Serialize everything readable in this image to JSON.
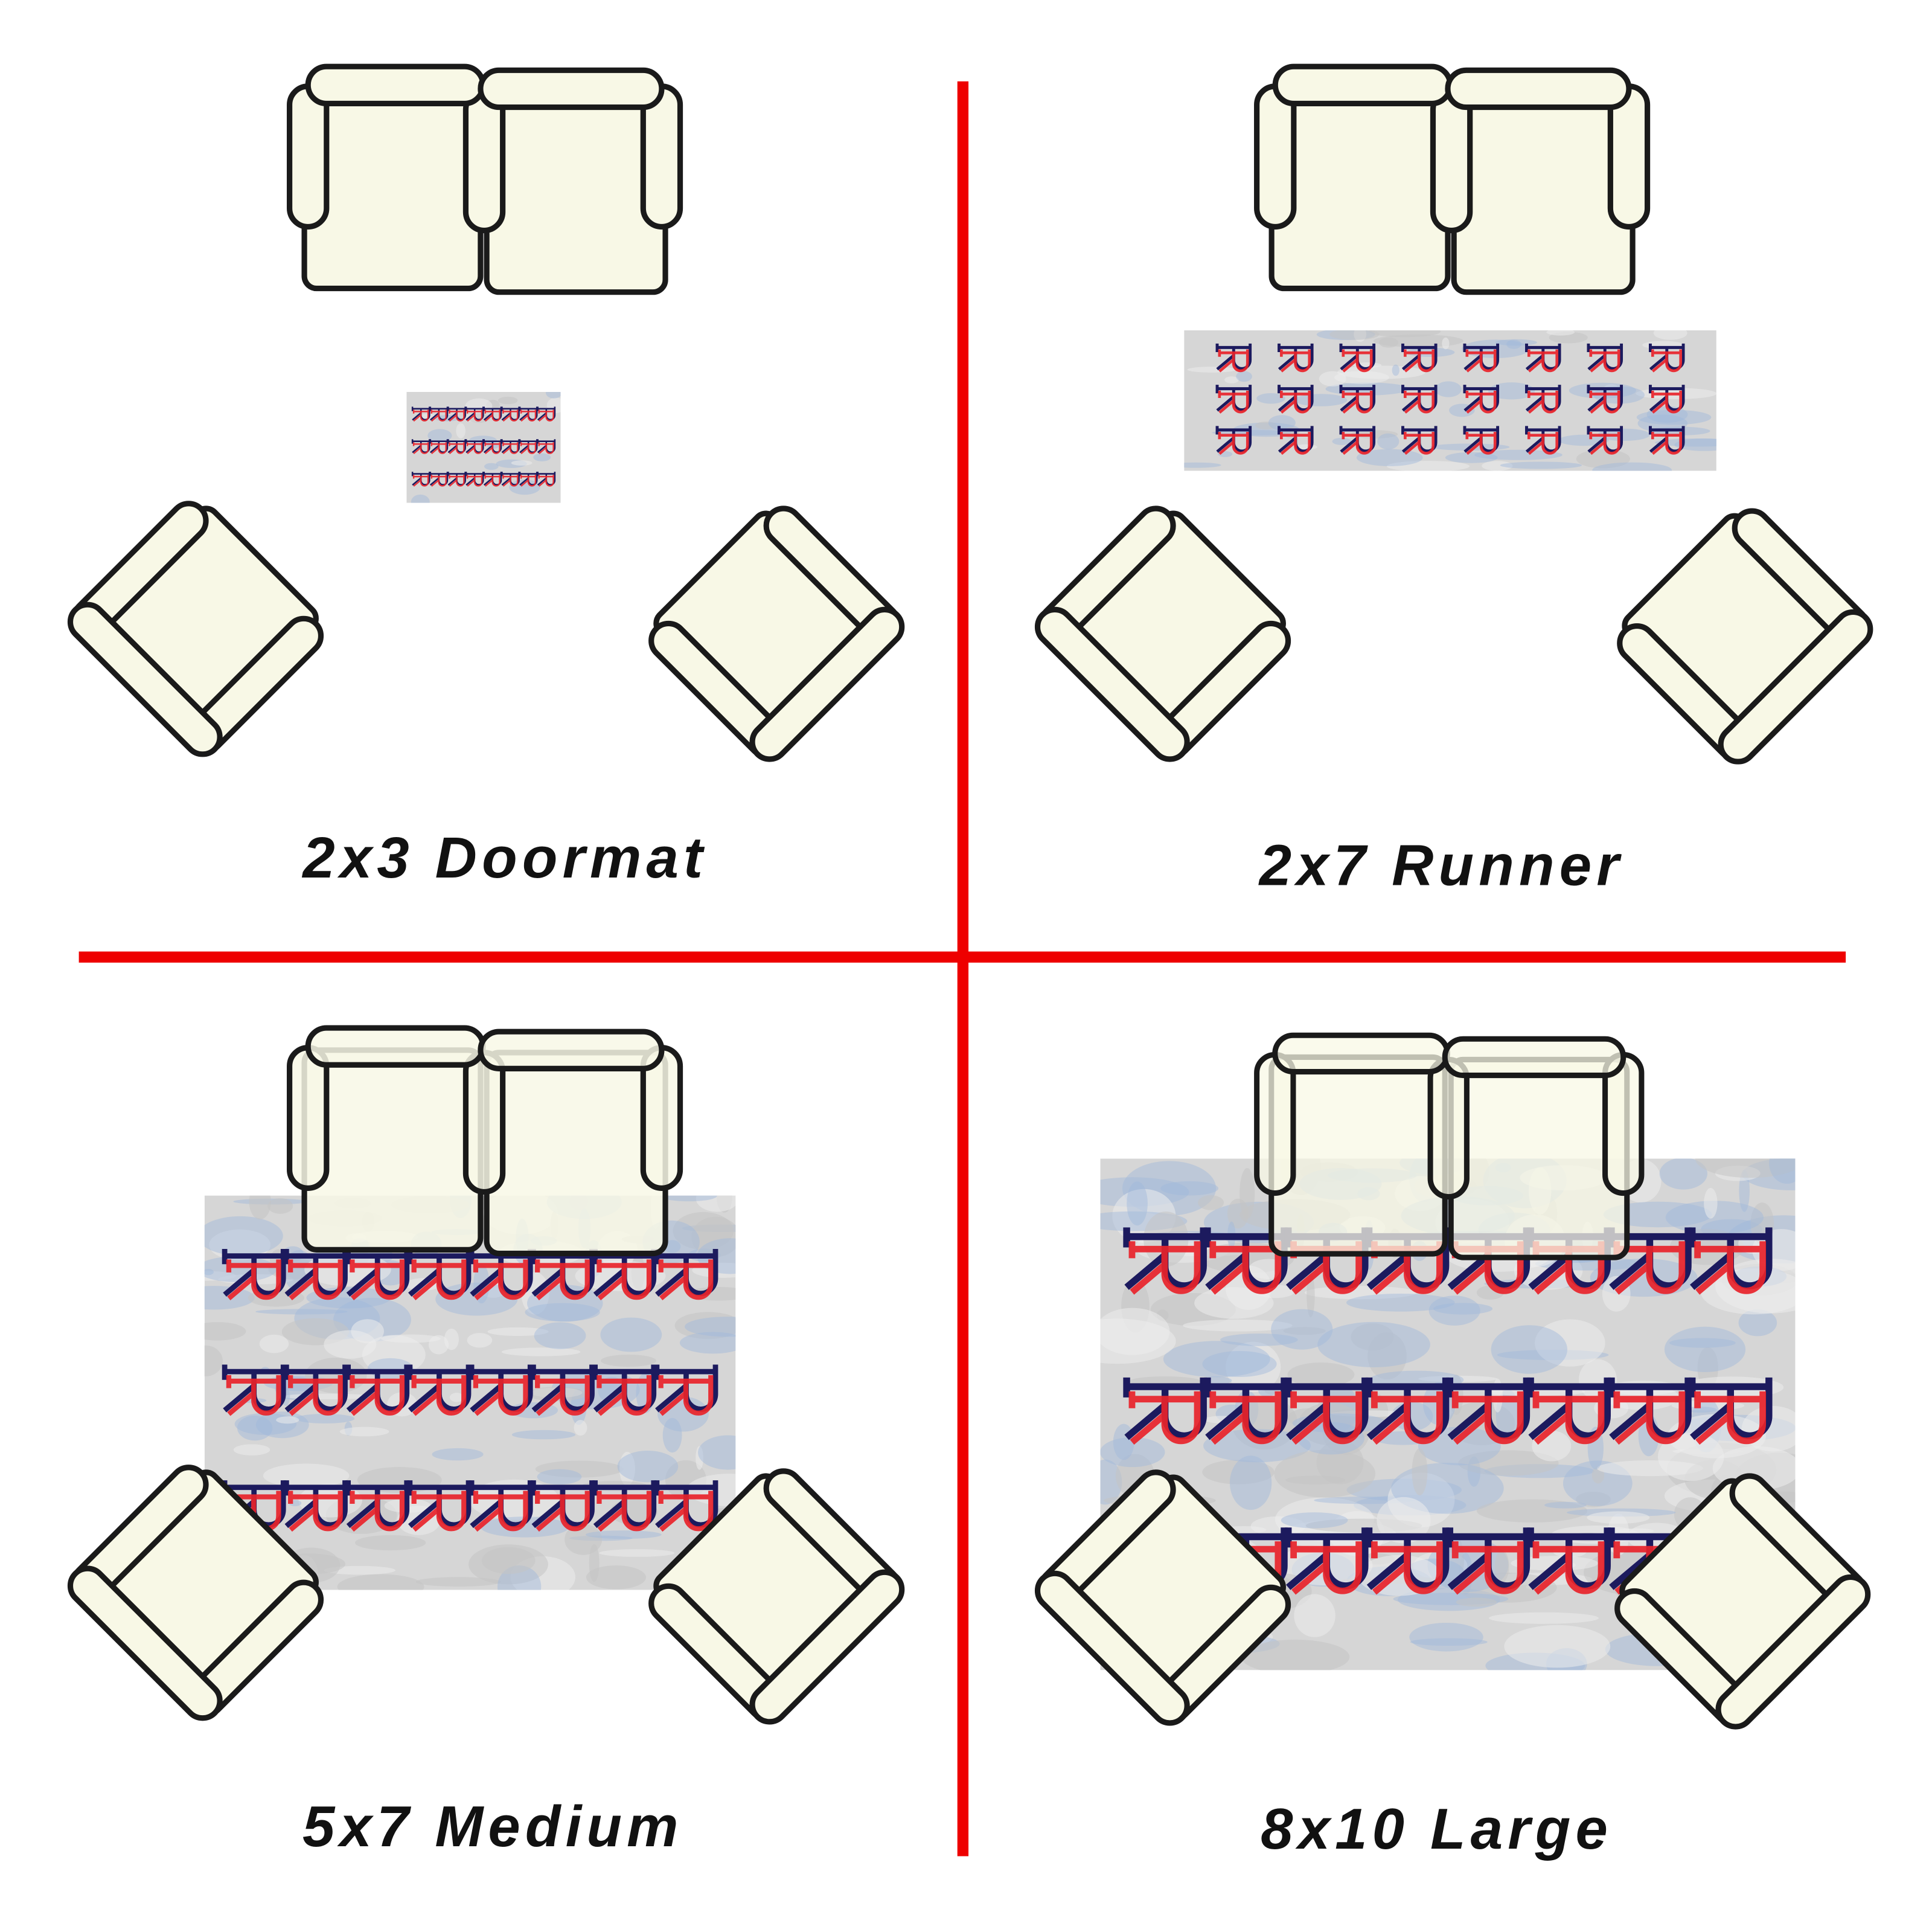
{
  "diagram": {
    "divider_color": "#ee0000",
    "furniture_fill": "#f8f8e6",
    "furniture_outline": "#1a1a1a",
    "rug": {
      "logo_text": "R",
      "logo_lettering": "RR",
      "primary_color": "#1c1a5e",
      "secondary_color": "#e8232a",
      "base_color": "#d6d6d6",
      "accent_color": "#9fb9dc",
      "pattern_rows": 3,
      "pattern_cols": 8
    },
    "quadrants": [
      {
        "label": "2x3 Doormat"
      },
      {
        "label": "2x7 Runner"
      },
      {
        "label": "5x7 Medium"
      },
      {
        "label": "8x10 Large"
      }
    ]
  }
}
